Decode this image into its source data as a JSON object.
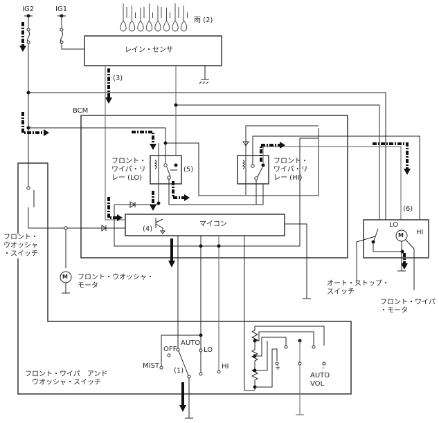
{
  "labels": {
    "ig2": "IG2",
    "ig1": "IG1",
    "rain": "雨 (2)",
    "rain_sensor": "レイン・センサ",
    "step3": "(3)",
    "bcm": "BCM",
    "relay_lo": "フロント・\nワイパ・リ\nレー (LO)",
    "step5": "(5)",
    "relay_hi": "フロント・\nワイパ・リ\nレー (HI)",
    "microcomputer": "マイコン",
    "step4": "(4)",
    "washer_switch": "フロント・\nウオッシャ\n・スイッチ",
    "washer_motor": "フロント・ウオッシャ・\nモータ",
    "motor_symbol": "M",
    "step6": "(6)",
    "motor_lo": "LO",
    "motor_hi": "HI",
    "auto_stop_switch": "オート・ストップ・\nスイッチ",
    "wiper_motor": "フロント・ワイパ\n・モータ",
    "wiper_washer_switch": "フロント・ワイパ　アンド\n　ウオッシャ・スイッチ",
    "pos_off": "OFF",
    "pos_auto": "AUTO",
    "pos_lo": "LO",
    "pos_mist": "MIST",
    "pos_hi": "HI",
    "step1": "(1)",
    "plus": "+",
    "minus": "-",
    "auto_vol": "AUTO\nVOL"
  }
}
